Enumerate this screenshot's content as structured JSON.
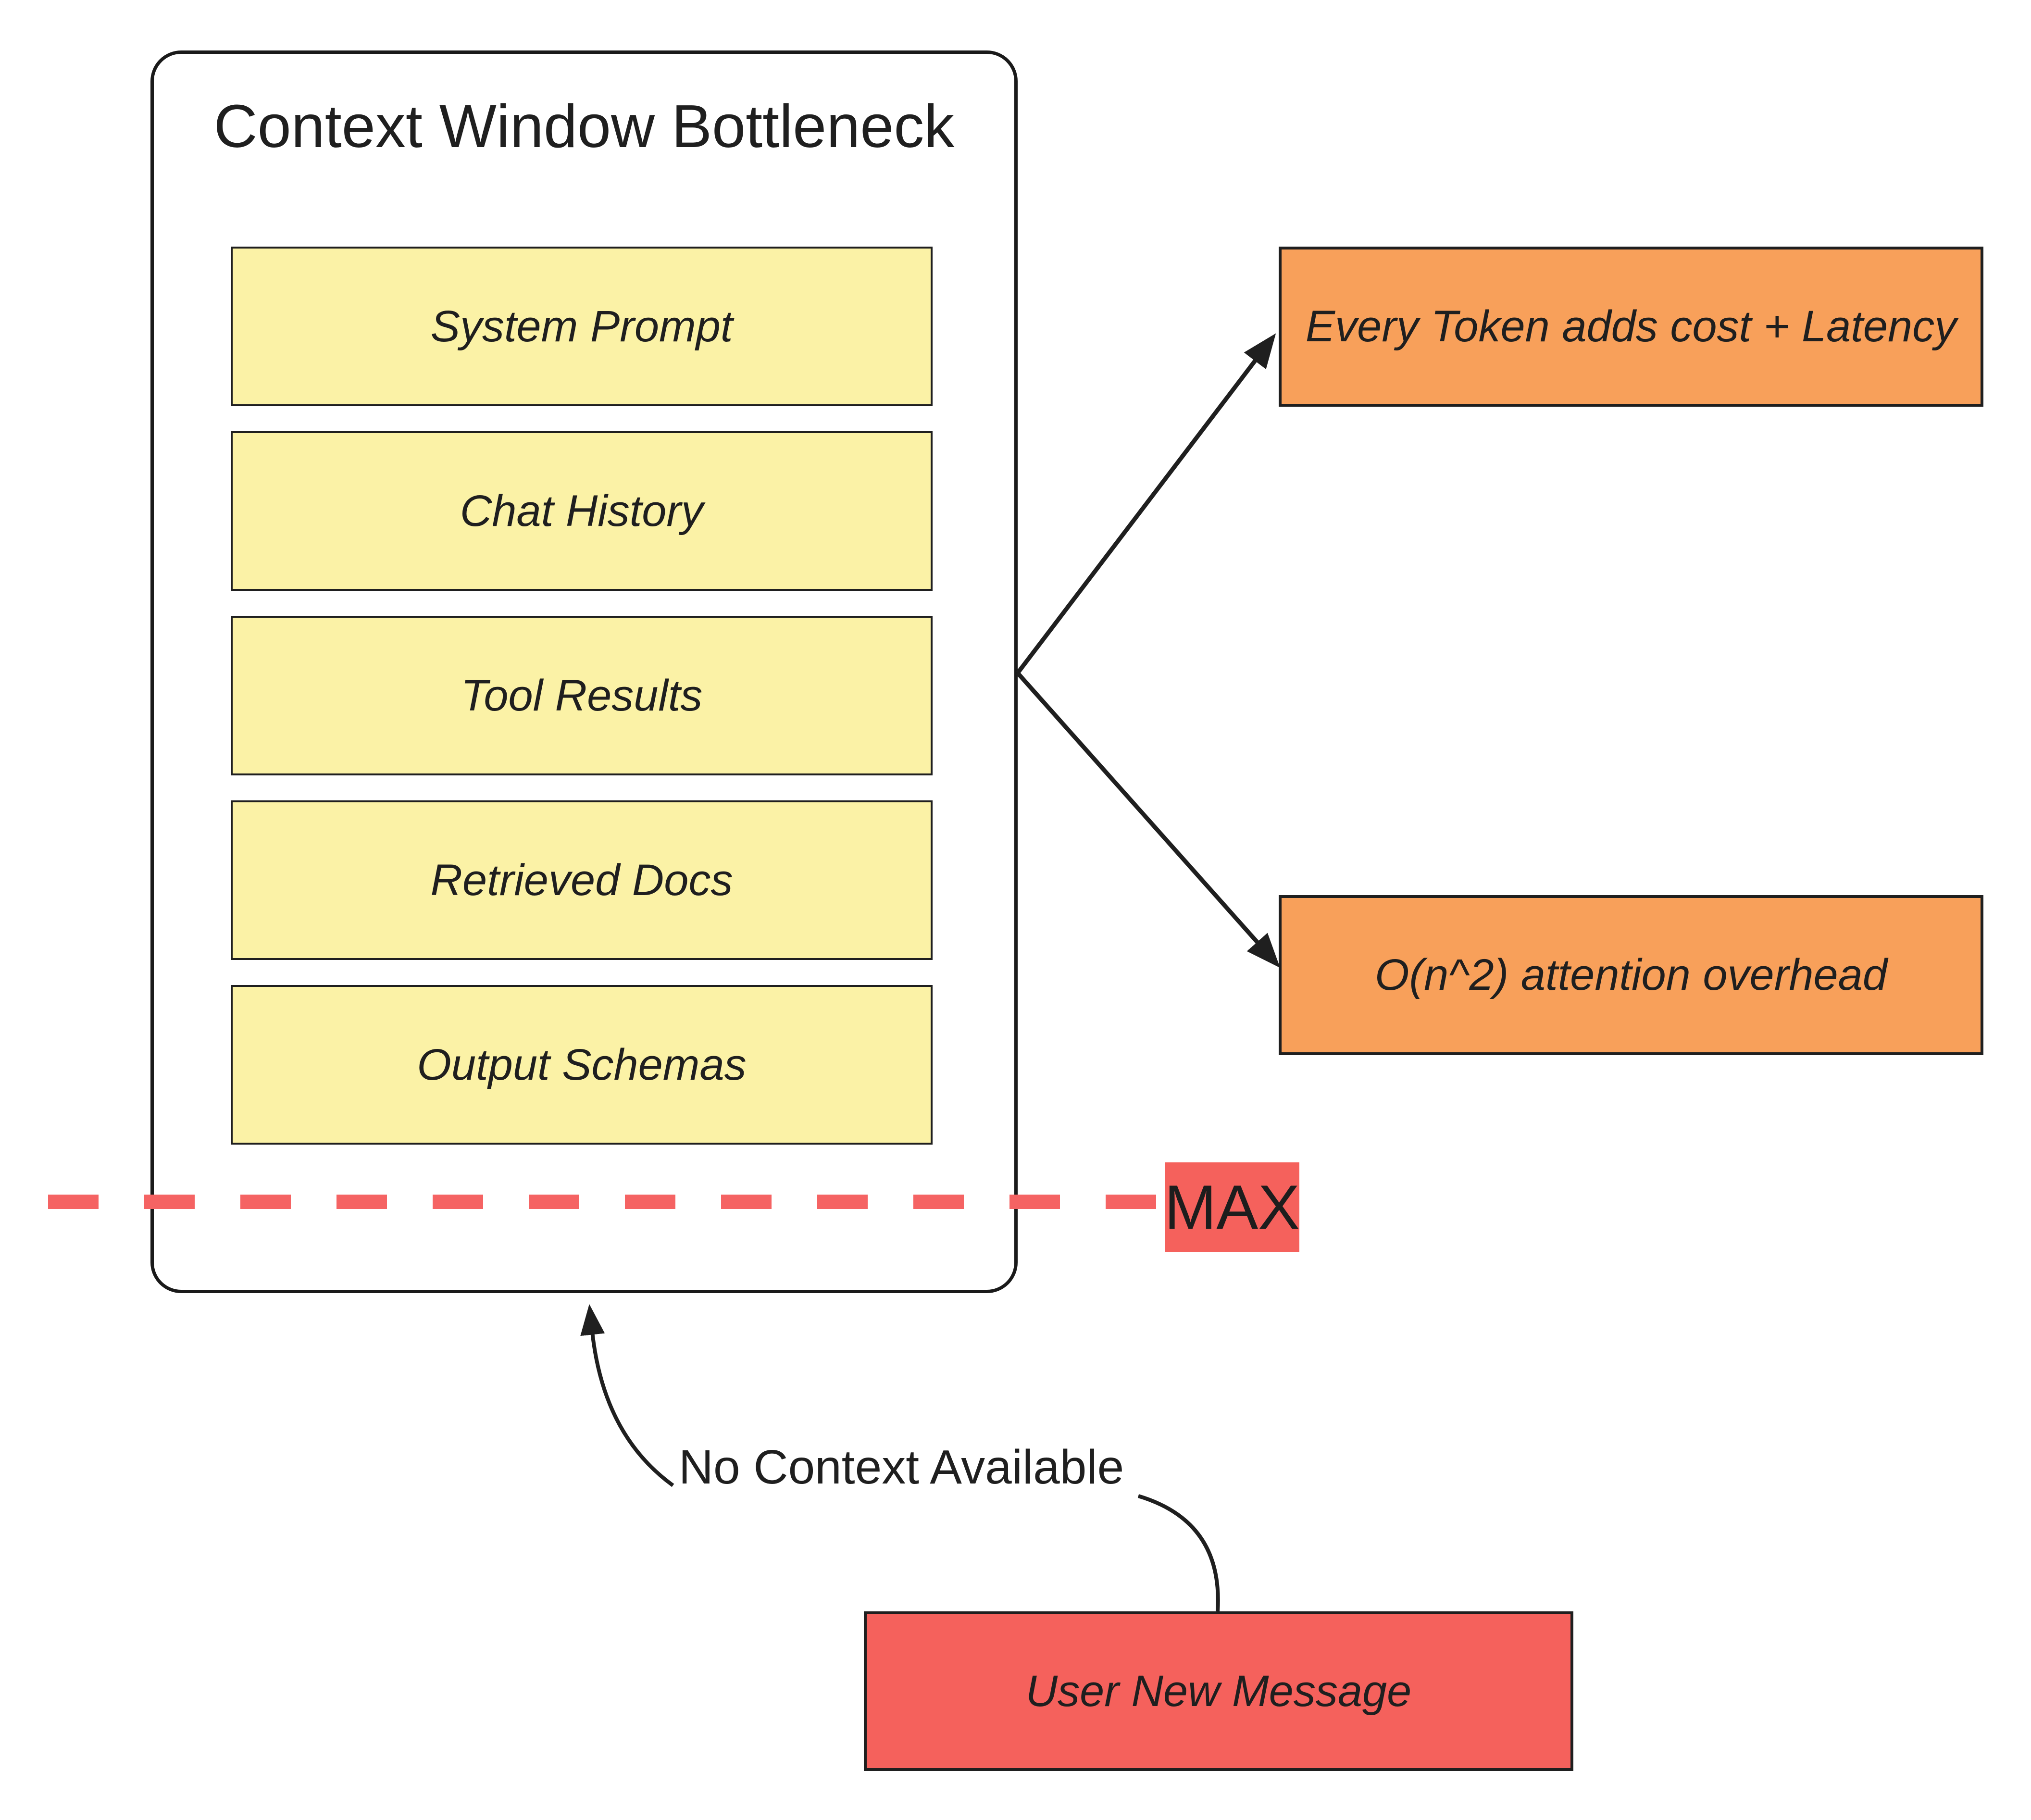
{
  "diagram": {
    "container": {
      "title": "Context Window Bottleneck"
    },
    "stack_items": [
      {
        "label": "System Prompt"
      },
      {
        "label": "Chat History"
      },
      {
        "label": "Tool Results"
      },
      {
        "label": "Retrieved Docs"
      },
      {
        "label": "Output Schemas"
      }
    ],
    "consequences": [
      {
        "label": "Every Token adds cost + Latency"
      },
      {
        "label": "O(n^2) attention overhead"
      }
    ],
    "max_label": "MAX",
    "no_context_label": "No Context Available",
    "user_message_label": "User New Message",
    "colors": {
      "stack_fill": "#FBF2A6",
      "consequence_fill": "#F8A05A",
      "alert_fill": "#F5615C",
      "dashed_line": "#F56363",
      "stroke": "#1f1f1f",
      "background": "#ffffff"
    }
  }
}
